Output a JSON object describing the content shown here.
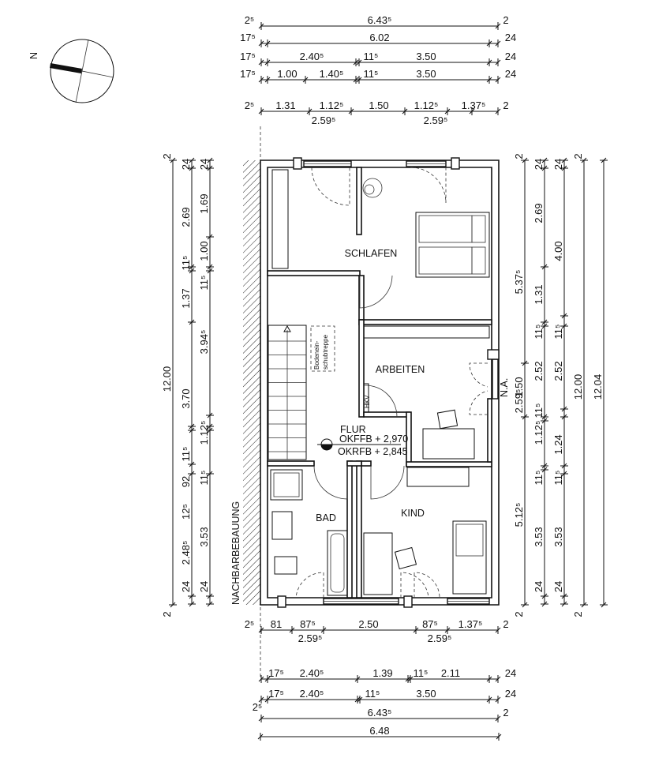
{
  "rooms": {
    "schlafen": "SCHLAFEN",
    "arbeiten": "ARBEITEN",
    "flur": "FLUR",
    "bad": "BAD",
    "kind": "KIND",
    "na": "N.A.",
    "hkv": "HKV",
    "stair_note_1": "Bodenein-",
    "stair_note_2": "schubtreppe",
    "level_top": "OKFFB + 2,970",
    "level_bottom": "OKRFB + 2,845",
    "neighbor": "NACHBARBEBAUUNG"
  },
  "compass": {
    "label": "N"
  },
  "dimensions": {
    "top": [
      [
        "2⁵",
        "6.43⁵",
        "2"
      ],
      [
        "17⁵",
        "6.02",
        "24"
      ],
      [
        "17⁵",
        "2.40⁵",
        "11⁵",
        "3.50",
        "24"
      ],
      [
        "17⁵",
        "1.00",
        "1.40⁵",
        "11⁵",
        "3.50",
        "24"
      ],
      [
        "2⁵",
        "1.31",
        "1.12⁵",
        "1.50",
        "1.12⁵",
        "1.37⁵",
        "2",
        "2.59⁵",
        "2.59⁵"
      ]
    ],
    "bottom": [
      [
        "2⁵",
        "81",
        "87⁵",
        "2.50",
        "87⁵",
        "1.37⁵",
        "2",
        "2.59⁵",
        "2.59⁵"
      ],
      [
        "17⁵",
        "2.40⁵",
        "1.39",
        "11⁵",
        "2.11",
        "24"
      ],
      [
        "17⁵",
        "2.40⁵",
        "11⁵",
        "3.50",
        "24"
      ],
      [
        "2⁵",
        "6.43⁵",
        "2"
      ],
      [
        "6.48"
      ]
    ],
    "left": [
      [
        "2",
        "12.00",
        "2"
      ],
      [
        "24",
        "2.69",
        "11⁵",
        "1.37",
        "3.70",
        "11⁵",
        "92",
        "12⁵",
        "2.48⁵",
        "24"
      ],
      [
        "24",
        "1.69",
        "1.00",
        "11⁵",
        "3.94⁵",
        "1.12⁵",
        "11⁵",
        "3.53",
        "24"
      ]
    ],
    "right": [
      [
        "2",
        "5.37⁵",
        "1.50",
        "2.59⁵",
        "5.12⁵",
        "2"
      ],
      [
        "24",
        "2.69",
        "1.31",
        "11⁵",
        "2.52",
        "11⁵",
        "1.12⁵",
        "11⁵",
        "3.53",
        "24"
      ],
      [
        "24",
        "4.00",
        "11⁵",
        "2.52",
        "1.24",
        "11⁵",
        "3.53",
        "24"
      ],
      [
        "2",
        "12.00",
        "2"
      ],
      [
        "12.04"
      ]
    ]
  }
}
